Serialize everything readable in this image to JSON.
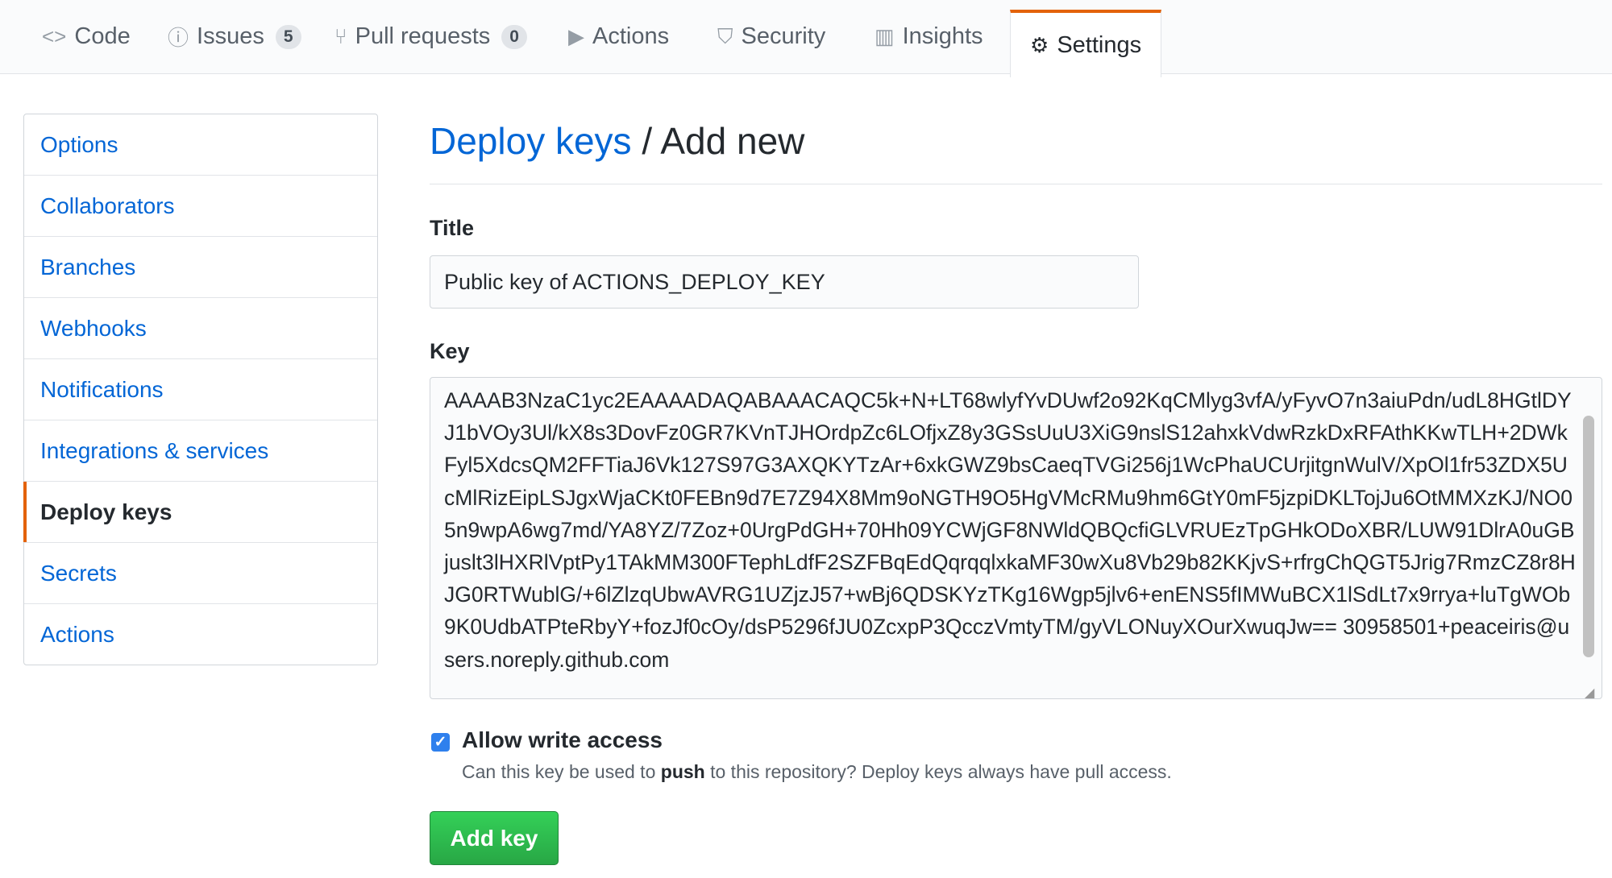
{
  "tabs": [
    {
      "label": "Code",
      "icon": "code-icon"
    },
    {
      "label": "Issues",
      "count": "5",
      "icon": "issue-icon"
    },
    {
      "label": "Pull requests",
      "count": "0",
      "icon": "pull-request-icon"
    },
    {
      "label": "Actions",
      "icon": "play-icon"
    },
    {
      "label": "Security",
      "icon": "shield-icon"
    },
    {
      "label": "Insights",
      "icon": "graph-icon"
    },
    {
      "label": "Settings",
      "icon": "gear-icon",
      "selected": true
    }
  ],
  "sidebar": {
    "items": [
      {
        "label": "Options"
      },
      {
        "label": "Collaborators"
      },
      {
        "label": "Branches"
      },
      {
        "label": "Webhooks"
      },
      {
        "label": "Notifications"
      },
      {
        "label": "Integrations & services"
      },
      {
        "label": "Deploy keys",
        "selected": true
      },
      {
        "label": "Secrets"
      },
      {
        "label": "Actions"
      }
    ]
  },
  "heading": {
    "link": "Deploy keys",
    "separator": " / ",
    "current": "Add new"
  },
  "form": {
    "title_label": "Title",
    "title_value": "Public key of ACTIONS_DEPLOY_KEY",
    "key_label": "Key",
    "key_value": "AAAAB3NzaC1yc2EAAAADAQABAAACAQC5k+N+LT68wlyfYvDUwf2o92KqCMlyg3vfA/yFyvO7n3aiuPdn/udL8HGtlDYJ1bVOy3Ul/kX8s3DovFz0GR7KVnTJHOrdpZc6LOfjxZ8y3GSsUuU3XiG9nslS12ahxkVdwRzkDxRFAthKKwTLH+2DWkFyl5XdcsQM2FFTiaJ6Vk127S97G3AXQKYTzAr+6xkGWZ9bsCaeqTVGi256j1WcPhaUCUrjitgnWulV/XpOl1fr53ZDX5UcMlRizEipLSJgxWjaCKt0FEBn9d7E7Z94X8Mm9oNGTH9O5HgVMcRMu9hm6GtY0mF5jzpiDKLTojJu6OtMMXzKJ/NO05n9wpA6wg7md/YA8YZ/7Zoz+0UrgPdGH+70Hh09YCWjGF8NWldQBQcfiGLVRUEzTpGHkODoXBR/LUW91DlrA0uGBjuslt3lHXRlVptPy1TAkMM300FTephLdfF2SZFBqEdQqrqqlxkaMF30wXu8Vb29b82KKjvS+rfrgChQGT5Jrig7RmzCZ8r8HJG0RTWublG/+6lZlzqUbwAVRG1UZjzJ57+wBj6QDSKYzTKg16Wgp5jlv6+enENS5fIMWuBCX1lSdLt7x9rrya+luTgWOb9K0UdbATPteRbyY+fozJf0cOy/dsP5296fJU0ZcxpP3QcczVmtyTM/gyVLONuyXOurXwuqJw== 30958501+peaceiris@users.noreply.github.com",
    "allow_write_label": "Allow write access",
    "allow_write_checked": true,
    "note_before": "Can this key be used to ",
    "note_bold": "push",
    "note_after": " to this repository? Deploy keys always have pull access.",
    "submit_label": "Add key"
  },
  "colors": {
    "accent": "#e36209",
    "link": "#0366d6",
    "button": "#28a745",
    "checkbox": "#2f80ed"
  }
}
